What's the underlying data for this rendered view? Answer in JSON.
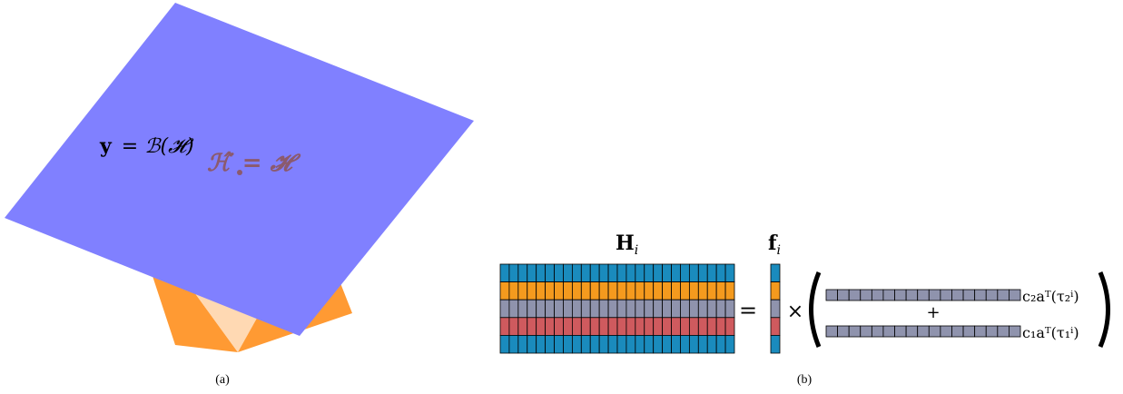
{
  "panel_a": {
    "plane_equation": "y = ℬ(ℋ)",
    "plane_equation_lhs": "y",
    "plane_equation_rhs": "= ℬ(𝓗)",
    "estimate_equation_lhs": "ℋ̂",
    "estimate_equation_rhs": "= 𝓗",
    "caption": "(a)",
    "colors": {
      "plane": "#8080ff",
      "cone_dark": "#ff9a33",
      "cone_light": "#ffd9b3",
      "estimate_text": "#8b5a6e"
    }
  },
  "panel_b": {
    "H_label": "H",
    "H_subscript": "i",
    "f_label": "f",
    "f_subscript": "i",
    "equals": "=",
    "times": "×",
    "plus": "+",
    "term_top": "c₂aᵀ(τ₂ⁱ)",
    "term_bottom": "c₁aᵀ(τ₁ⁱ)",
    "caption": "(b)",
    "row_colors": [
      "#1a8bbd",
      "#f49a1e",
      "#8f93ad",
      "#cf5a5e",
      "#1a8bbd"
    ],
    "vector_color": "#8f93ad",
    "columns": 26,
    "vector_cells": 17
  }
}
